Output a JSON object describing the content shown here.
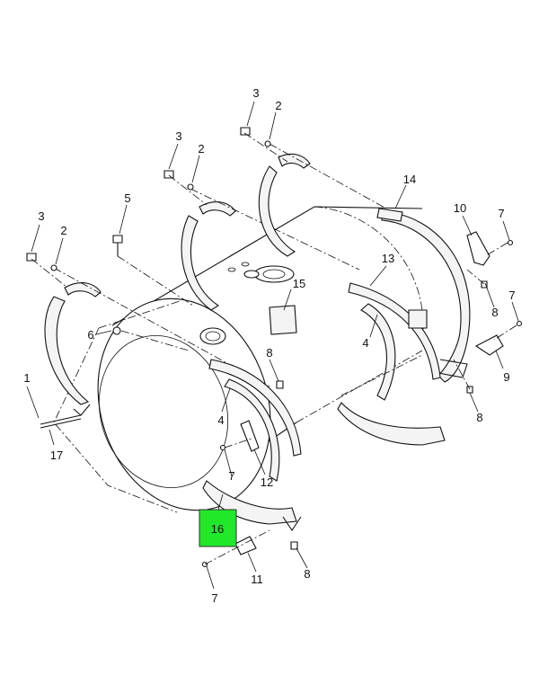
{
  "highlight": {
    "label": "16",
    "color": "#22e82a"
  },
  "callouts": {
    "c1": "1",
    "c2a": "2",
    "c2b": "2",
    "c2c": "2",
    "c3a": "3",
    "c3b": "3",
    "c3c": "3",
    "c4a": "4",
    "c4b": "4",
    "c5": "5",
    "c6": "6",
    "c7a": "7",
    "c7b": "7",
    "c7c": "7",
    "c7d": "7",
    "c8a": "8",
    "c8b": "8",
    "c8c": "8",
    "c8d": "8",
    "c9": "9",
    "c10": "10",
    "c11": "11",
    "c12": "12",
    "c13": "13",
    "c14": "14",
    "c15": "15",
    "c17": "17"
  }
}
